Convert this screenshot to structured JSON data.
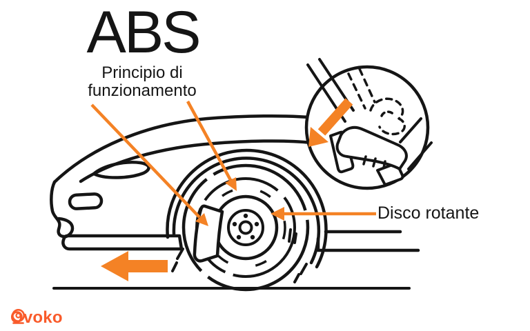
{
  "title": "ABS",
  "subtitle": {
    "line1": "Principio di",
    "line2": "funzionamento"
  },
  "callouts": {
    "disc_label": "Disco rotante"
  },
  "logo": {
    "name": "Ovoko"
  },
  "colors": {
    "accent_orange": "#F48225",
    "logo_orange": "#F95B2B",
    "ink": "#151515",
    "background": "#FFFFFF"
  },
  "diagram": {
    "scene": "rear of braking car with exposed wheel showing brake disc and caliper",
    "inset": "foot pressing brake pedal",
    "motion_arrow_direction": "left"
  }
}
